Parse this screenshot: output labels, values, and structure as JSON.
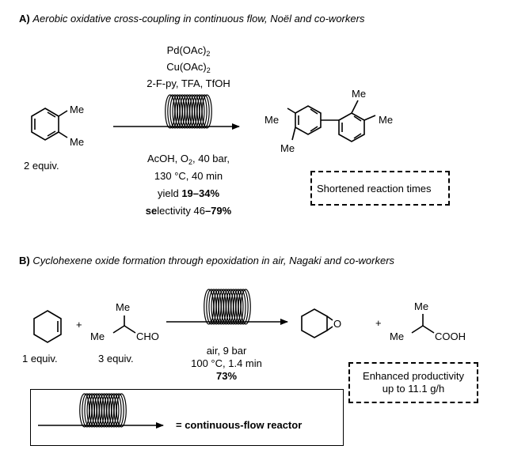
{
  "section_a": {
    "label": "A)",
    "title": "Aerobic oxidative cross-coupling in continuous flow, Noël and co-workers",
    "reagent_1_main": "Pd(OAc)",
    "reagent_1_sub": "2",
    "reagent_2_main": "Cu(OAc)",
    "reagent_2_sub": "2",
    "reagent_3": "2-F-py, TFA, TfOH",
    "substrate_me_top": "Me",
    "substrate_me_bottom": "Me",
    "substrate_equiv": "2 equiv.",
    "cond_1_pre": "AcOH, O",
    "cond_1_sub": "2",
    "cond_1_post": ", 40 bar,",
    "cond_2": "130 °C, 40 min",
    "yield_label": "yield ",
    "yield_value": "19–34%",
    "selectivity_bold": "se",
    "selectivity_rest": "lectivity 46",
    "selectivity_value": "–79%",
    "product_me_left": "Me",
    "product_me_bottom": "Me",
    "product_me_top": "Me",
    "product_me_right": "Me",
    "callout": "Shortened reaction times"
  },
  "section_b": {
    "label": "B)",
    "title": "Cyclohexene oxide formation through epoxidation in air, Nagaki and co-workers",
    "plus_1": "+",
    "plus_2": "+",
    "aldehyde_me_top": "Me",
    "aldehyde_me_left": "Me",
    "aldehyde_group": "CHO",
    "equiv_1": "1 equiv.",
    "equiv_2": "3 equiv.",
    "cond_1": "air, 9 bar",
    "cond_2": "100 °C, 1.4 min",
    "yield_value": "73%",
    "epoxide_o": "O",
    "acid_me_top": "Me",
    "acid_me_left": "Me",
    "acid_group": "COOH",
    "callout_line_1": "Enhanced productivity",
    "callout_line_2": "up to 11.1 g/h"
  },
  "legend": {
    "text": "= continuous-flow reactor"
  }
}
